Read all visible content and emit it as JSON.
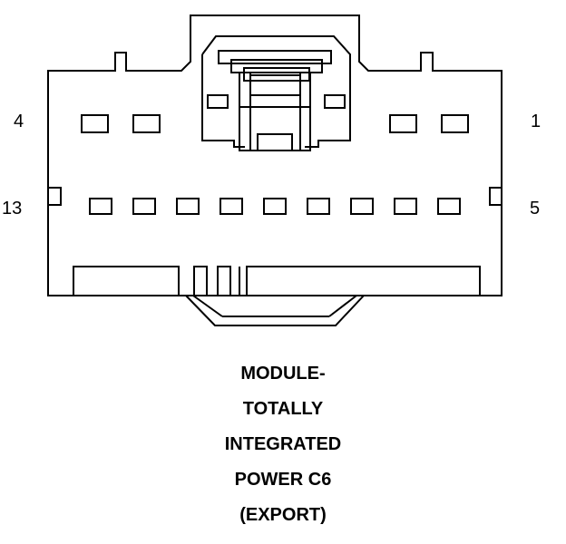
{
  "pin_labels": {
    "top_left": "4",
    "top_right": "1",
    "bottom_left": "13",
    "bottom_right": "5"
  },
  "caption": {
    "line1": "MODULE-",
    "line2": "TOTALLY",
    "line3": "INTEGRATED",
    "line4": "POWER C6",
    "line5": "(EXPORT)"
  },
  "colors": {
    "stroke": "#000000",
    "background": "#ffffff"
  }
}
